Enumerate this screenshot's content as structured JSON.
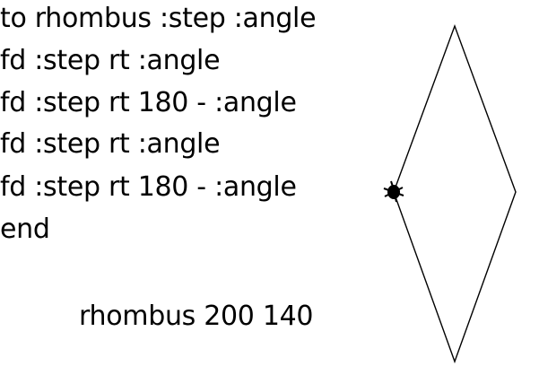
{
  "procedure": {
    "lines": [
      "to rhombus :step :angle",
      "fd :step rt :angle",
      "fd :step rt 180 - :angle",
      "fd :step rt :angle",
      "fd :step rt 180 - :angle",
      "end"
    ],
    "call": "rhombus 200 140"
  },
  "drawing": {
    "shape": "rhombus",
    "step": 200,
    "angle": 140,
    "stroke_color": "#000000",
    "turtle_color": "#000000"
  }
}
